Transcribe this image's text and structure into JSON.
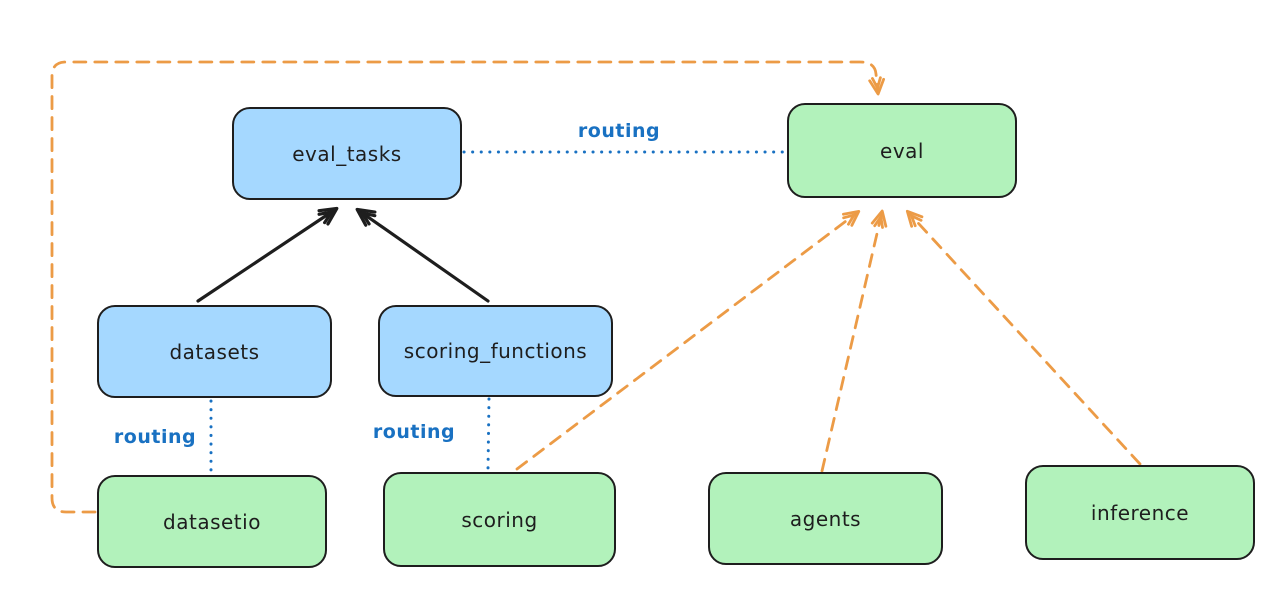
{
  "diagram": {
    "colors": {
      "background": "#ffffff",
      "stroke": "#1e1e1e",
      "blue_fill": "#a5d8ff",
      "green_fill": "#b2f2bb",
      "blue_line": "#1971c2",
      "orange": "#ec9b46"
    },
    "nodes": [
      {
        "id": "eval_tasks",
        "label": "eval_tasks",
        "color": "blue"
      },
      {
        "id": "eval",
        "label": "eval",
        "color": "green"
      },
      {
        "id": "datasets",
        "label": "datasets",
        "color": "blue"
      },
      {
        "id": "scoring_functions",
        "label": "scoring_functions",
        "color": "blue"
      },
      {
        "id": "datasetio",
        "label": "datasetio",
        "color": "green"
      },
      {
        "id": "scoring",
        "label": "scoring",
        "color": "green"
      },
      {
        "id": "agents",
        "label": "agents",
        "color": "green"
      },
      {
        "id": "inference",
        "label": "inference",
        "color": "green"
      }
    ],
    "edges": [
      {
        "from": "datasets",
        "to": "eval_tasks",
        "style": "solid-arrow",
        "color": "black",
        "label": ""
      },
      {
        "from": "scoring_functions",
        "to": "eval_tasks",
        "style": "solid-arrow",
        "color": "black",
        "label": ""
      },
      {
        "from": "eval_tasks",
        "to": "eval",
        "style": "dotted",
        "color": "blue",
        "label": "routing"
      },
      {
        "from": "datasets",
        "to": "datasetio",
        "style": "dotted",
        "color": "blue",
        "label": "routing"
      },
      {
        "from": "scoring_functions",
        "to": "scoring",
        "style": "dotted",
        "color": "blue",
        "label": "routing"
      },
      {
        "from": "datasetio",
        "to": "eval",
        "style": "dashed-arrow",
        "color": "orange",
        "label": ""
      },
      {
        "from": "scoring",
        "to": "eval",
        "style": "dashed-arrow",
        "color": "orange",
        "label": ""
      },
      {
        "from": "agents",
        "to": "eval",
        "style": "dashed-arrow",
        "color": "orange",
        "label": ""
      },
      {
        "from": "inference",
        "to": "eval",
        "style": "dashed-arrow",
        "color": "orange",
        "label": ""
      }
    ]
  }
}
